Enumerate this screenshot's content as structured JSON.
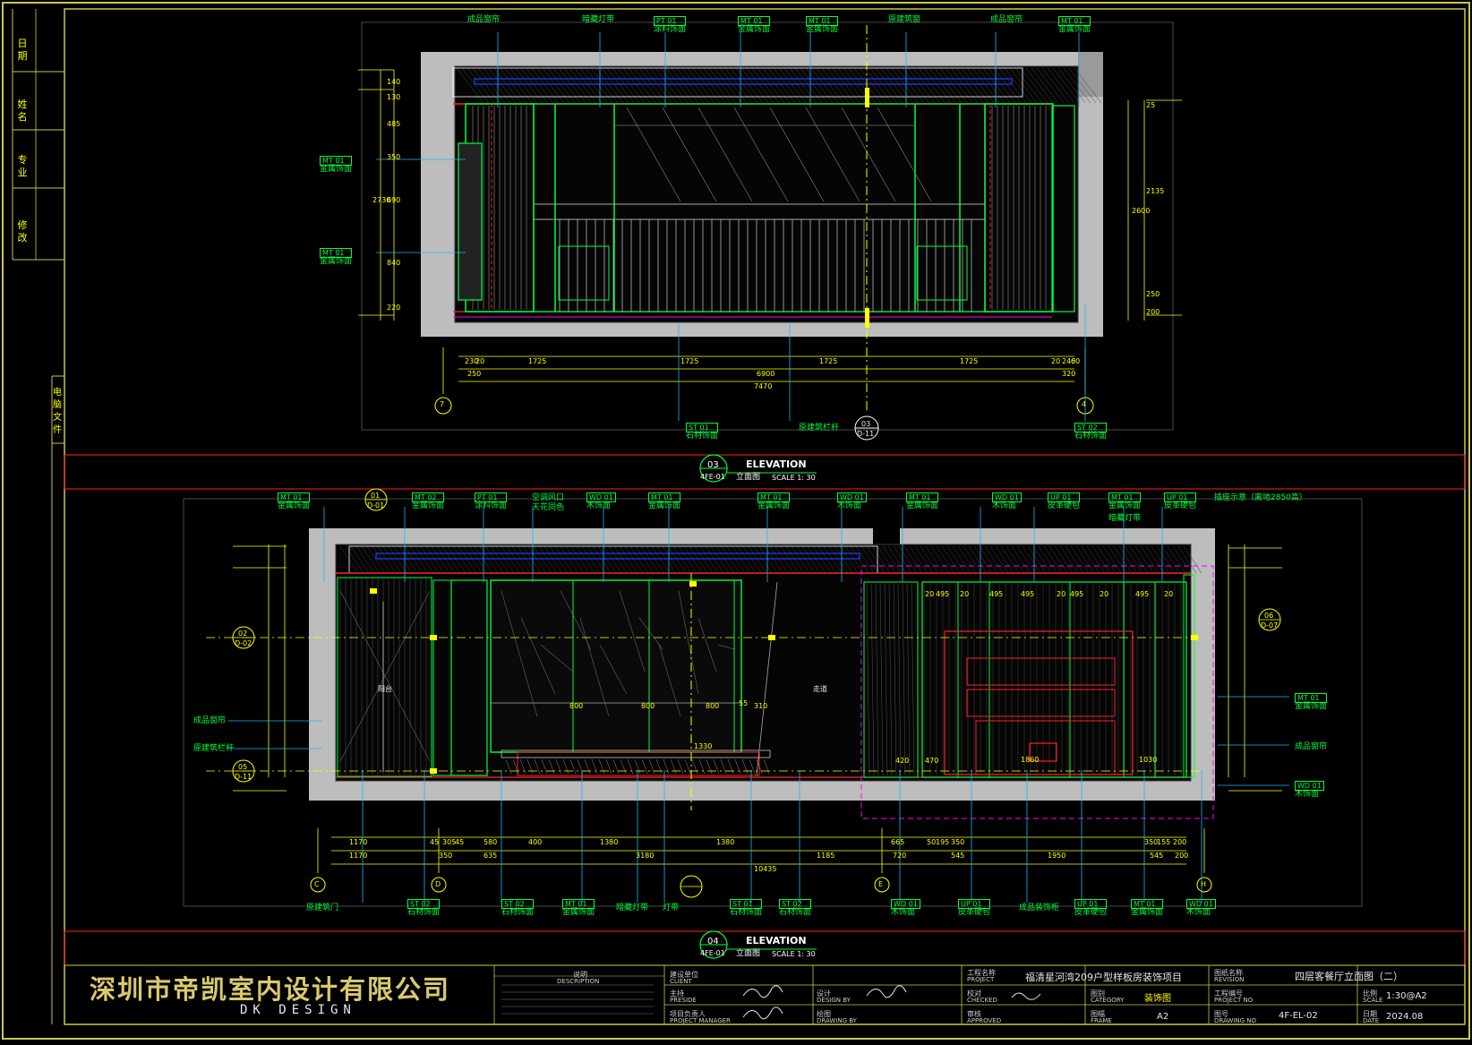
{
  "drawings": [
    {
      "marker_number": "03",
      "marker_sheet": "4FE-01",
      "title_en": "ELEVATION",
      "title_cn": "立面图",
      "scale": "SCALE 1: 30",
      "top_tags": [
        {
          "code": "",
          "label": "成品窗帘"
        },
        {
          "code": "",
          "label": "暗藏灯带"
        },
        {
          "code": "PT 01",
          "label": "涂料饰面"
        },
        {
          "code": "MT 01",
          "label": "金属饰面"
        },
        {
          "code": "MT 01",
          "label": "金属饰面"
        },
        {
          "code": "",
          "label": "原建筑窗"
        },
        {
          "code": "",
          "label": "成品窗帘"
        },
        {
          "code": "MT 01",
          "label": "金属饰面"
        }
      ],
      "left_tags": [
        {
          "code": "MT 01",
          "label": "金属饰面"
        },
        {
          "code": "MT 01",
          "label": "金属饰面"
        }
      ],
      "bottom_tags": [
        {
          "code": "ST 01",
          "label": "石材饰面"
        },
        {
          "code": "",
          "label": "原建筑栏杆"
        },
        {
          "code": "ST 02",
          "label": "石材饰面"
        }
      ],
      "dims_bottom_row1": [
        "230",
        "20",
        "1725",
        "1725",
        "1725",
        "1725",
        "20",
        "240",
        "60"
      ],
      "dims_bottom_row2": [
        "250",
        "6900",
        "320"
      ],
      "dims_bottom_total": "7470",
      "dims_left": [
        "140",
        "130",
        "485",
        "350",
        "690",
        "840",
        "220",
        "2730"
      ],
      "dims_right": [
        "25",
        "2135",
        "2600",
        "250",
        "200"
      ],
      "grid_left": "7",
      "grid_right": "4",
      "section_marker": {
        "num": "03",
        "sheet": "D-11"
      }
    },
    {
      "marker_number": "04",
      "marker_sheet": "4FE-01",
      "title_en": "ELEVATION",
      "title_cn": "立面图",
      "scale": "SCALE 1: 30",
      "top_tags": [
        {
          "code": "MT 01",
          "label": "金属饰面"
        },
        {
          "code": "MT 02",
          "label": "金属饰面"
        },
        {
          "code": "PT 01",
          "label": "涂料饰面"
        },
        {
          "code": "",
          "label": "空调风口"
        },
        {
          "code": "WD 01",
          "label": "木饰面"
        },
        {
          "code": "MT 01",
          "label": "金属饰面"
        },
        {
          "code": "MT 01",
          "label": "金属饰面"
        },
        {
          "code": "WD 01",
          "label": "木饰面"
        },
        {
          "code": "MT 01",
          "label": "金属饰面"
        },
        {
          "code": "WD 01",
          "label": "木饰面"
        },
        {
          "code": "UP 01",
          "label": "皮革硬包"
        },
        {
          "code": "MT 01",
          "label": "金属饰面"
        },
        {
          "code": "UP 01",
          "label": "皮革硬包"
        }
      ],
      "extra_top_notes": [
        "天花同色",
        "暗藏灯带",
        "插座示意（离地2850高）"
      ],
      "right_tags": [
        {
          "code": "MT 01",
          "label": "金属饰面"
        },
        {
          "code": "",
          "label": "成品窗帘"
        },
        {
          "code": "WD 01",
          "label": "木饰面"
        }
      ],
      "left_notes": [
        "成品窗帘",
        "原建筑栏杆"
      ],
      "bottom_tags": [
        {
          "code": "",
          "label": "原建筑门"
        },
        {
          "code": "ST 02",
          "label": "石材饰面"
        },
        {
          "code": "ST 02",
          "label": "石材饰面"
        },
        {
          "code": "MT 01",
          "label": "金属饰面"
        },
        {
          "code": "",
          "label": "暗藏灯带"
        },
        {
          "code": "",
          "label": "灯带"
        },
        {
          "code": "ST 01",
          "label": "石材饰面"
        },
        {
          "code": "ST 02",
          "label": "石材饰面"
        },
        {
          "code": "WD 01",
          "label": "木饰面"
        },
        {
          "code": "UP 01",
          "label": "皮革硬包"
        },
        {
          "code": "",
          "label": "成品装饰柜"
        },
        {
          "code": "UP 01",
          "label": "皮革硬包"
        },
        {
          "code": "MT 01",
          "label": "金属饰面"
        },
        {
          "code": "WD 01",
          "label": "木饰面"
        }
      ],
      "room_labels": [
        "阳台",
        "走道"
      ],
      "dims_bottom_row1": [
        "1170",
        "45",
        "305",
        "45",
        "580",
        "400",
        "1380",
        "1380",
        "665",
        "50",
        "195",
        "350",
        "350",
        "155",
        "200"
      ],
      "dims_bottom_row2": [
        "1170",
        "350",
        "635",
        "3180",
        "1185",
        "720",
        "545",
        "1950",
        "545",
        "200"
      ],
      "dims_bottom_total": "10435",
      "dims_inner_top": [
        "20",
        "495",
        "20",
        "495",
        "495",
        "20",
        "495",
        "20",
        "495",
        "20"
      ],
      "dims_inner_mid": [
        "800",
        "800",
        "800",
        "55",
        "310",
        "1330",
        "1860",
        "1030",
        "420",
        "470"
      ],
      "grids": [
        "C",
        "D",
        "E",
        "H"
      ],
      "section_markers": [
        {
          "num": "01",
          "sheet": "D-01"
        },
        {
          "num": "02",
          "sheet": "D-02"
        },
        {
          "num": "05",
          "sheet": "D-11"
        },
        {
          "num": "06",
          "sheet": "D-07"
        }
      ]
    }
  ],
  "left_strip": [
    "修改",
    "专业",
    "姓名",
    "日期"
  ],
  "left_strip_bottom": "电脑文件",
  "company_cn": "深圳市帝凯室内设计有限公司",
  "company_en": "DK DESIGN",
  "titleblock": {
    "notes_head_cn": "说明",
    "notes_head_en": "DESCRIPTION",
    "client_cn": "建设单位",
    "client_en": "CLIENT",
    "president_cn": "主持",
    "president_en": "PRESIDE",
    "pm_cn": "项目负责人",
    "pm_en": "PROJECT MANAGER",
    "design_cn": "设计",
    "design_en": "DESIGN BY",
    "drawing_cn": "绘图",
    "drawing_en": "DRAWING BY",
    "project_cn": "工程名称",
    "project_en": "PROJECT",
    "project_value": "福清星河湾209户型样板房装饰项目",
    "check_cn": "校对",
    "check_en": "CHECKED",
    "approved_cn": "审核",
    "approved_en": "APPROVED",
    "category_cn": "图别",
    "category_en": "CATEGORY",
    "category_value": "装饰图",
    "frame_cn": "图幅",
    "frame_en": "FRAME",
    "frame_value": "A2",
    "revision_cn": "图纸名称",
    "revision_en": "REVISION",
    "revision_value": "四层客餐厅立面图（二）",
    "projno_cn": "工程编号",
    "projno_en": "PROJECT NO",
    "drawno_cn": "图号",
    "drawno_en": "DRAWING NO",
    "drawno_value": "4F-EL-02",
    "scale_cn": "比例",
    "scale_en": "SCALE",
    "scale_value": "1:30@A2",
    "date_cn": "日期",
    "date_en": "DATE",
    "date_value": "2024.08"
  },
  "colors": {
    "frame": "#c8c850",
    "tag": "#00ff3c",
    "dim": "#ffff00",
    "red_frame": "#ff2020",
    "wall": "#bdbdbd",
    "leader": "#19b4ff"
  }
}
